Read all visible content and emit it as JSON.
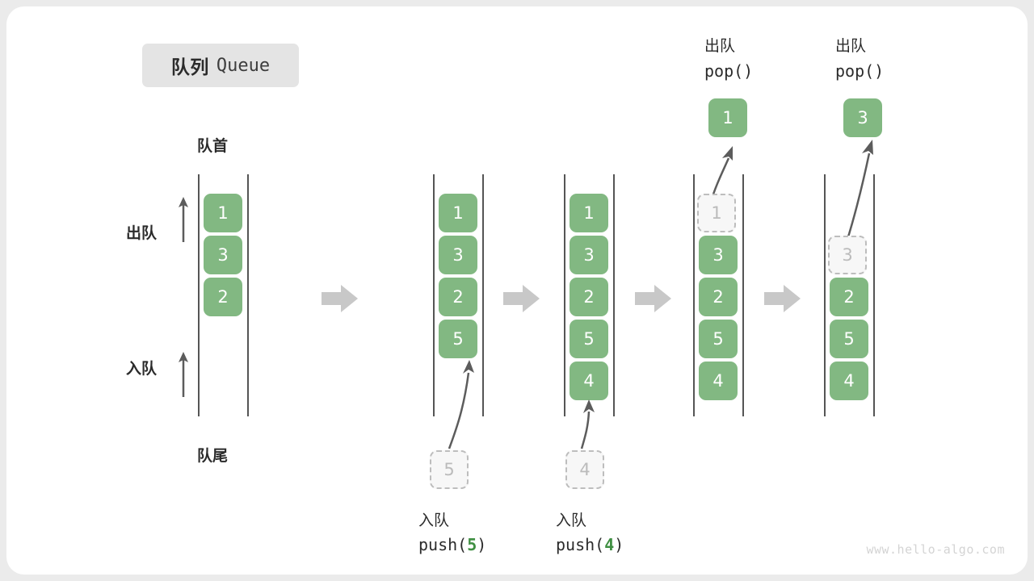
{
  "page": {
    "background_color": "#ebebeb",
    "card_color": "#ffffff",
    "watermark": "www.hello-algo.com"
  },
  "title": {
    "cn": "队列",
    "en": "Queue"
  },
  "labels": {
    "head": "队首",
    "tail": "队尾",
    "dequeue": "出队",
    "enqueue": "入队"
  },
  "colors": {
    "cell_green": "#82b882",
    "accent_green": "#3f8f42",
    "ghost_fill": "#f7f7f7",
    "ghost_border": "#bdbdbd",
    "rail": "#555555",
    "arrow_gray": "#5c5c5c",
    "step_arrow_gray": "#c8c8c8",
    "badge_gray": "#e4e4e4"
  },
  "diagram": {
    "type": "queue-operations-sequence",
    "columns": [
      {
        "id": "initial",
        "cells": [
          "1",
          "3",
          "2"
        ],
        "ghost": null,
        "popped": null,
        "caption_cn": null,
        "caption_code": null
      },
      {
        "id": "push-5",
        "cells": [
          "1",
          "3",
          "2",
          "5"
        ],
        "ghost": {
          "value": "5",
          "position": "below",
          "label": "incoming"
        },
        "popped": null,
        "caption_cn": "入队",
        "caption_code_prefix": "push(",
        "caption_code_value": "5",
        "caption_code_suffix": ")"
      },
      {
        "id": "push-4",
        "cells": [
          "1",
          "3",
          "2",
          "5",
          "4"
        ],
        "ghost": {
          "value": "4",
          "position": "below",
          "label": "incoming"
        },
        "popped": null,
        "caption_cn": "入队",
        "caption_code_prefix": "push(",
        "caption_code_value": "4",
        "caption_code_suffix": ")"
      },
      {
        "id": "pop-1",
        "cells": [
          "3",
          "2",
          "5",
          "4"
        ],
        "ghost": {
          "value": "1",
          "position": "slot-0",
          "label": "removed"
        },
        "popped": {
          "value": "1",
          "caption_cn": "出队",
          "caption_code": "pop()"
        }
      },
      {
        "id": "pop-3",
        "cells": [
          "2",
          "5",
          "4"
        ],
        "ghost": {
          "value": "3",
          "position": "slot-1",
          "label": "removed"
        },
        "popped": {
          "value": "3",
          "caption_cn": "出队",
          "caption_code": "pop()"
        }
      }
    ],
    "step_arrow_count": 4
  }
}
